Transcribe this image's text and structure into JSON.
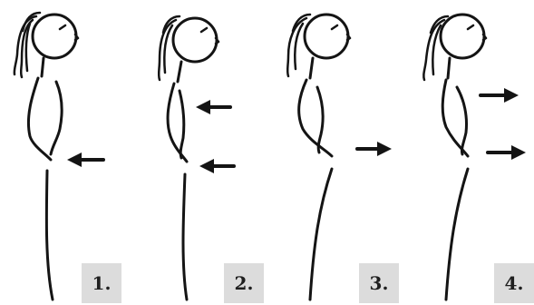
{
  "figures": [
    {
      "step": "1.",
      "arrows": [
        "left"
      ]
    },
    {
      "step": "2.",
      "arrows": [
        "left",
        "left"
      ]
    },
    {
      "step": "3.",
      "arrows": [
        "right"
      ]
    },
    {
      "step": "4.",
      "arrows": [
        "right",
        "right"
      ]
    }
  ],
  "colors": {
    "ink": "#141414",
    "label_bg": "#dcdcdc"
  }
}
